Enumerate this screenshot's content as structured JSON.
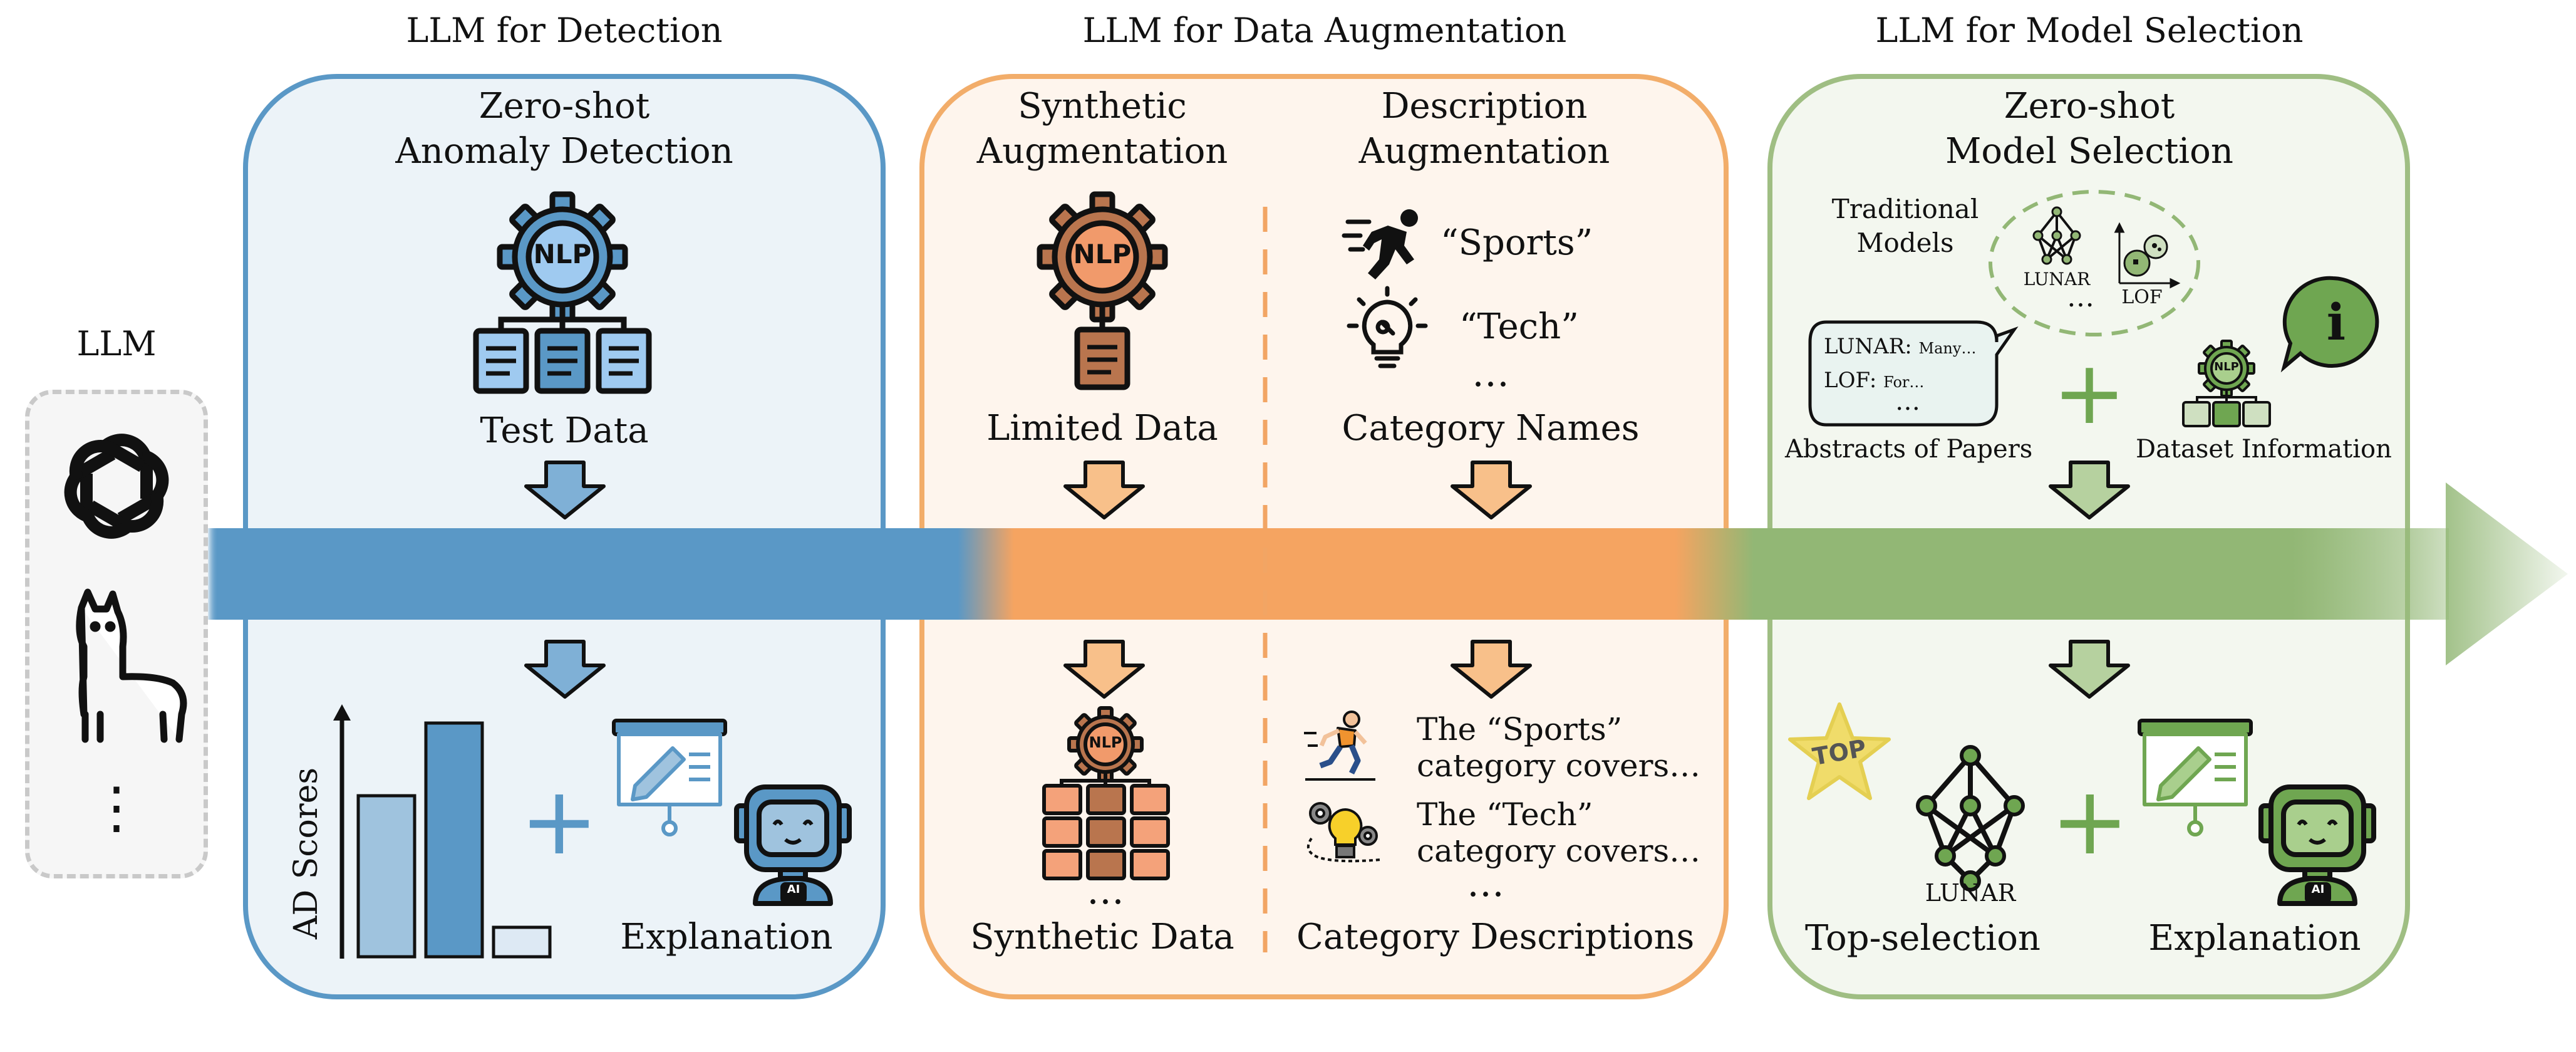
{
  "colors": {
    "blue": "#5a98c6",
    "orange": "#f5a461",
    "green": "#92b775"
  },
  "llm": {
    "title": "LLM",
    "more": "⋮"
  },
  "detection": {
    "heading": "LLM for Detection",
    "subtitle_line1": "Zero-shot",
    "subtitle_line2": "Anomaly Detection",
    "nlp": "NLP",
    "input_label": "Test Data",
    "y_axis": "AD Scores",
    "output_label": "Explanation",
    "plus": "+"
  },
  "augmentation": {
    "heading": "LLM for Data Augmentation",
    "synthetic_line1": "Synthetic",
    "synthetic_line2": "Augmentation",
    "description_line1": "Description",
    "description_line2": "Augmentation",
    "nlp": "NLP",
    "limited_data": "Limited Data",
    "sports": "“Sports”",
    "tech": "“Tech”",
    "ellipsis": "…",
    "category_names": "Category Names",
    "synthetic_data": "Synthetic Data",
    "sports_desc_1": "The “Sports”",
    "sports_desc_2": "category covers…",
    "tech_desc_1": "The “Tech”",
    "tech_desc_2": "category covers…",
    "category_descriptions": "Category Descriptions",
    "ellipsis_bottom": "…",
    "ellipsis_data": "…"
  },
  "selection": {
    "heading": "LLM for Model Selection",
    "subtitle_line1": "Zero-shot",
    "subtitle_line2": "Model Selection",
    "traditional_1": "Traditional",
    "traditional_2": "Models",
    "lunar": "LUNAR",
    "lof": "LOF",
    "cloud_ellipsis": "…",
    "bubble_line1_a": "LUNAR:",
    "bubble_line1_b": "Many…",
    "bubble_line2_a": "LOF:",
    "bubble_line2_b": "For…",
    "bubble_ellipsis": "…",
    "abstracts": "Abstracts of Papers",
    "dataset_info": "Dataset Information",
    "nlp": "NLP",
    "info_icon": "i",
    "plus": "+",
    "top": "TOP",
    "lunar_out": "LUNAR",
    "top_selection": "Top-selection",
    "explanation": "Explanation",
    "ai_badge": "AI"
  }
}
